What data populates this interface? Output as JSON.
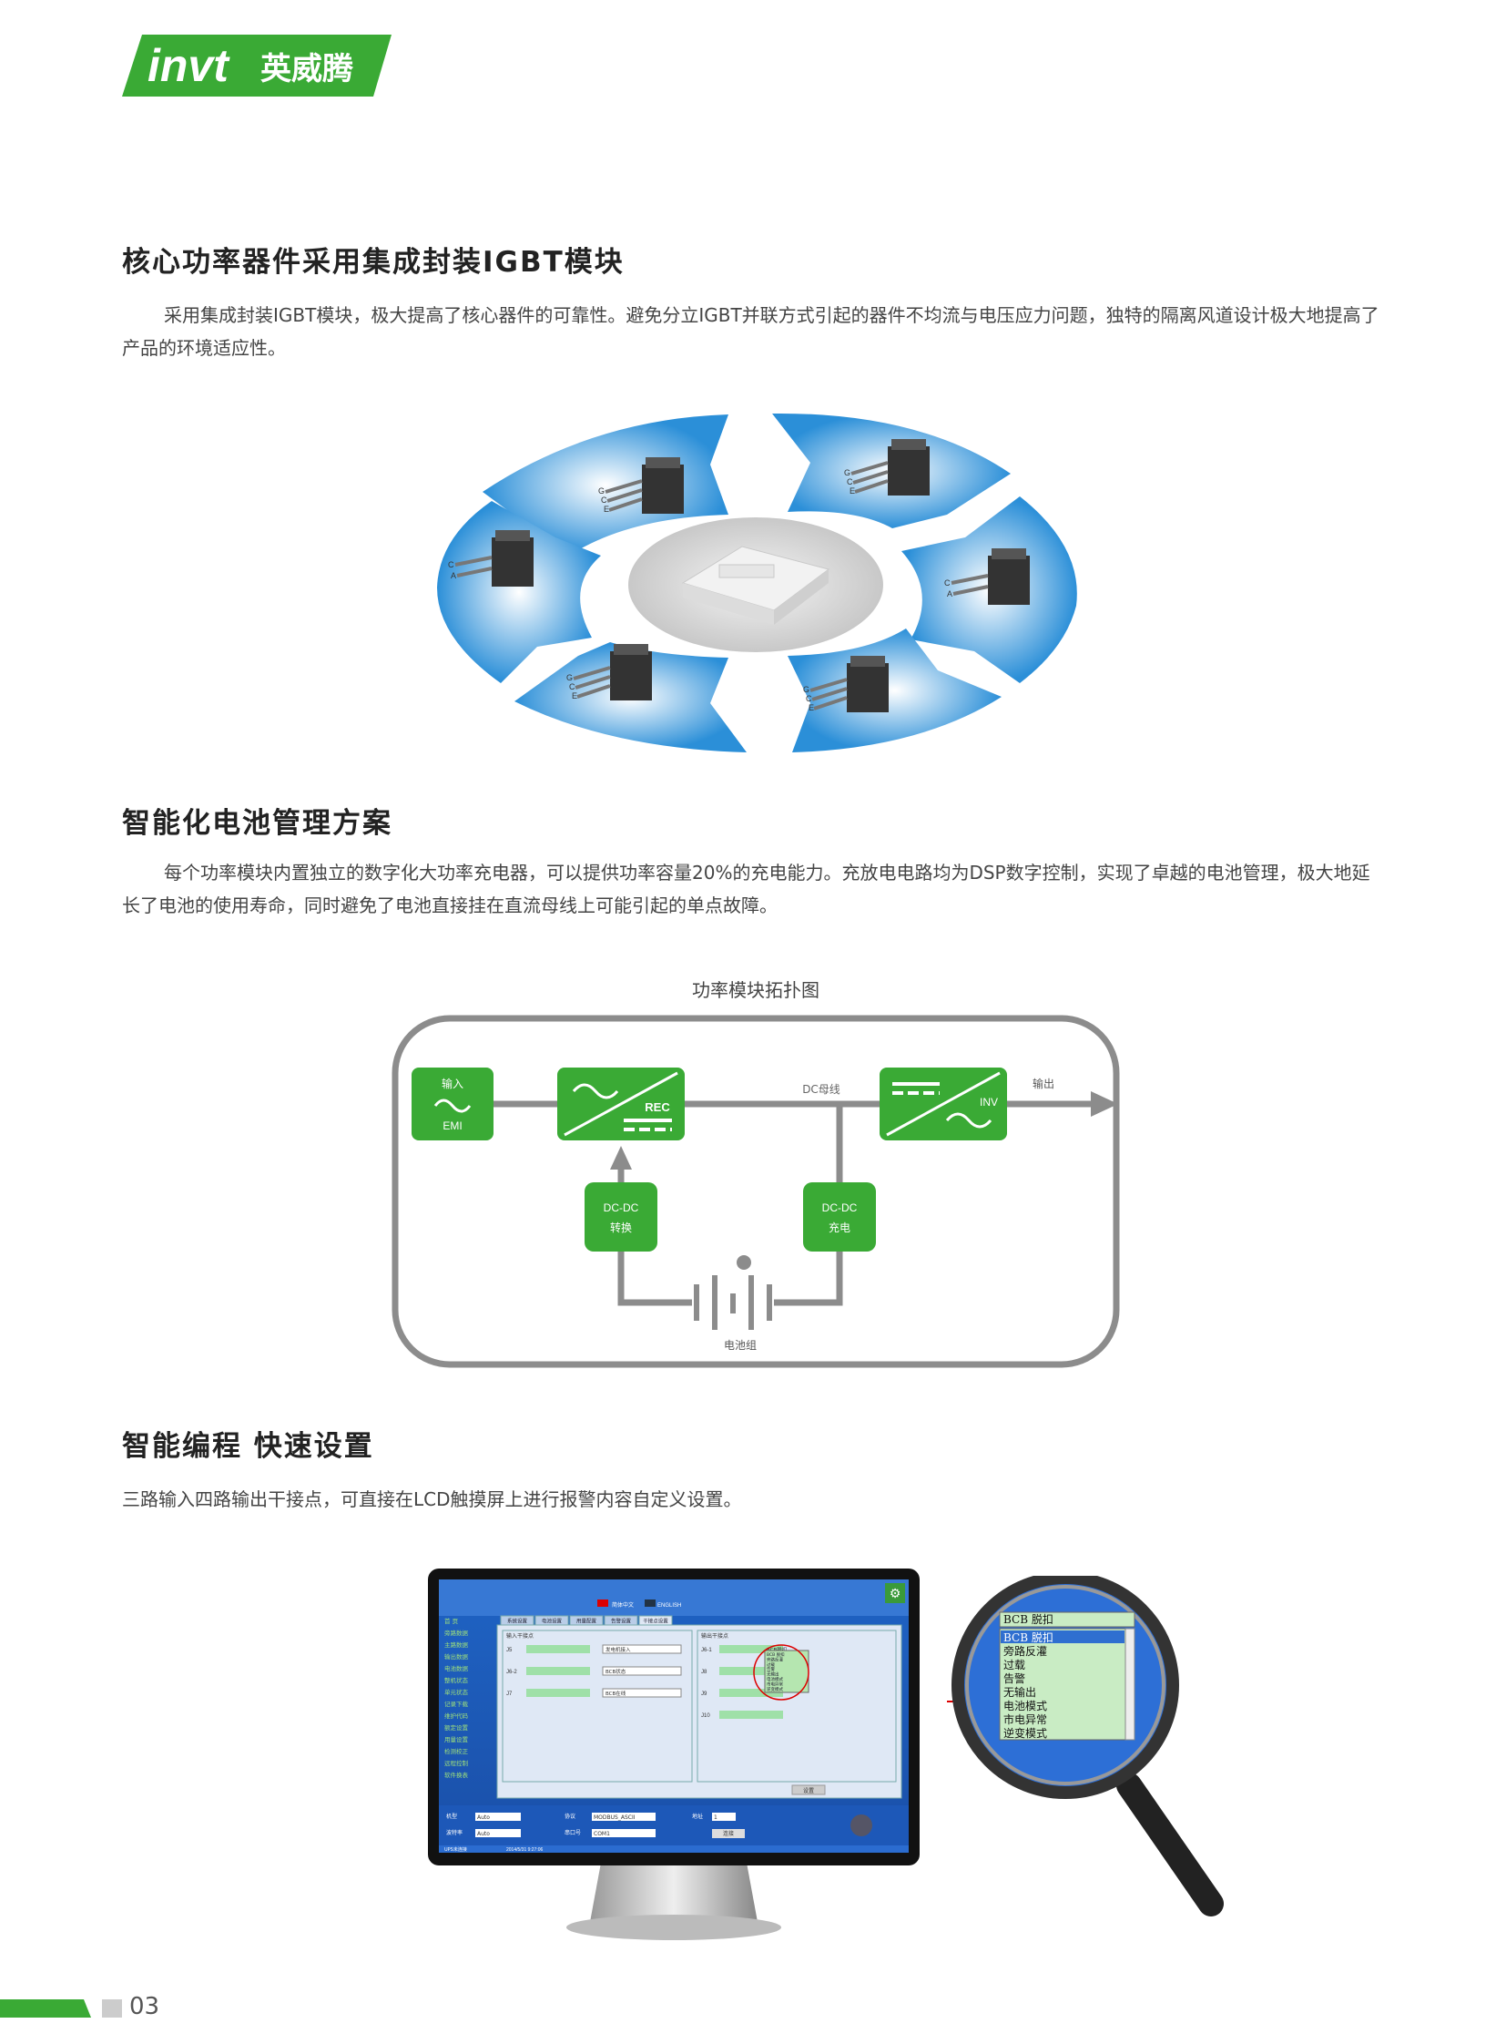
{
  "brand": {
    "logo_text_latin": "invt",
    "logo_text_cn": "英威腾",
    "color": "#3aaa35"
  },
  "sections": [
    {
      "title": "核心功率器件采用集成封装IGBT模块",
      "body": "采用集成封装IGBT模块，极大提高了核心器件的可靠性。避免分立IGBT并联方式引起的器件不均流与电压应力问题，独特的隔离风道设计极大地提高了产品的环境适应性。"
    },
    {
      "title": "智能化电池管理方案",
      "body": "每个功率模块内置独立的数字化大功率充电器，可以提供功率容量20%的充电能力。充放电电路均为DSP数字控制，实现了卓越的电池管理，极大地延长了电池的使用寿命，同时避免了电池直接挂在直流母线上可能引起的单点故障。"
    },
    {
      "title": "智能编程 快速设置",
      "body": "三路输入四路输出干接点，可直接在LCD触摸屏上进行报警内容自定义设置。"
    }
  ],
  "igbt_pins": {
    "gce": [
      "G",
      "C",
      "E"
    ],
    "ca": [
      "C",
      "A"
    ]
  },
  "topology": {
    "title": "功率模块拓扑图",
    "input_label": "输入",
    "emi_label": "EMI",
    "rec_label": "REC",
    "dc_bus_label": "DC母线",
    "inv_label": "INV",
    "output_label": "输出",
    "dcdc1_line1": "DC-DC",
    "dcdc1_line2": "转换",
    "dcdc2_line1": "DC-DC",
    "dcdc2_line2": "充电",
    "battery_label": "电池组"
  },
  "screen": {
    "lang_cn": "简体中文",
    "lang_en": "ENGLISH",
    "sidebar": [
      "首  页",
      "旁路数据",
      "主路数据",
      "输出数据",
      "电池数据",
      "整机状态",
      "单元状态",
      "记录下载",
      "维护代码",
      "额定设置",
      "用量设置",
      "检测校正",
      "远程控制",
      "软件换表"
    ],
    "tabs": [
      "系统设置",
      "电池设置",
      "用量配置",
      "告警设置",
      "干接点设置"
    ],
    "input_group": "输入干接点",
    "output_group": "输出干接点",
    "input_rows": [
      {
        "id": "J5",
        "value": "发电机接入"
      },
      {
        "id": "J6-2",
        "value": "BCB状态"
      },
      {
        "id": "J7",
        "value": "BCB在线"
      }
    ],
    "output_rows": [
      {
        "id": "J6-1",
        "value": "BCB脱扣"
      },
      {
        "id": "J8",
        "value": ""
      },
      {
        "id": "J9",
        "value": ""
      },
      {
        "id": "J10",
        "value": ""
      }
    ],
    "dropdown_options": [
      "BCB 脱扣",
      "旁路反灌",
      "过载",
      "告警",
      "无输出",
      "电池模式",
      "市电异常",
      "逆变模式"
    ],
    "dropdown_selected": "BCB 脱扣",
    "set_button": "设置",
    "bottom": {
      "model_label": "机型",
      "model_value": "Auto",
      "baud_label": "波特率",
      "baud_value": "Auto",
      "protocol_label": "协议",
      "protocol_value": "MODBUS_ASCII",
      "port_label": "串口号",
      "port_value": "COM1",
      "addr_label": "地址",
      "addr_value": "1",
      "connect_button": "连接"
    },
    "status_left": "UPS未连接",
    "status_time": "2014/5/31 9:27:06"
  },
  "page_number": "03"
}
